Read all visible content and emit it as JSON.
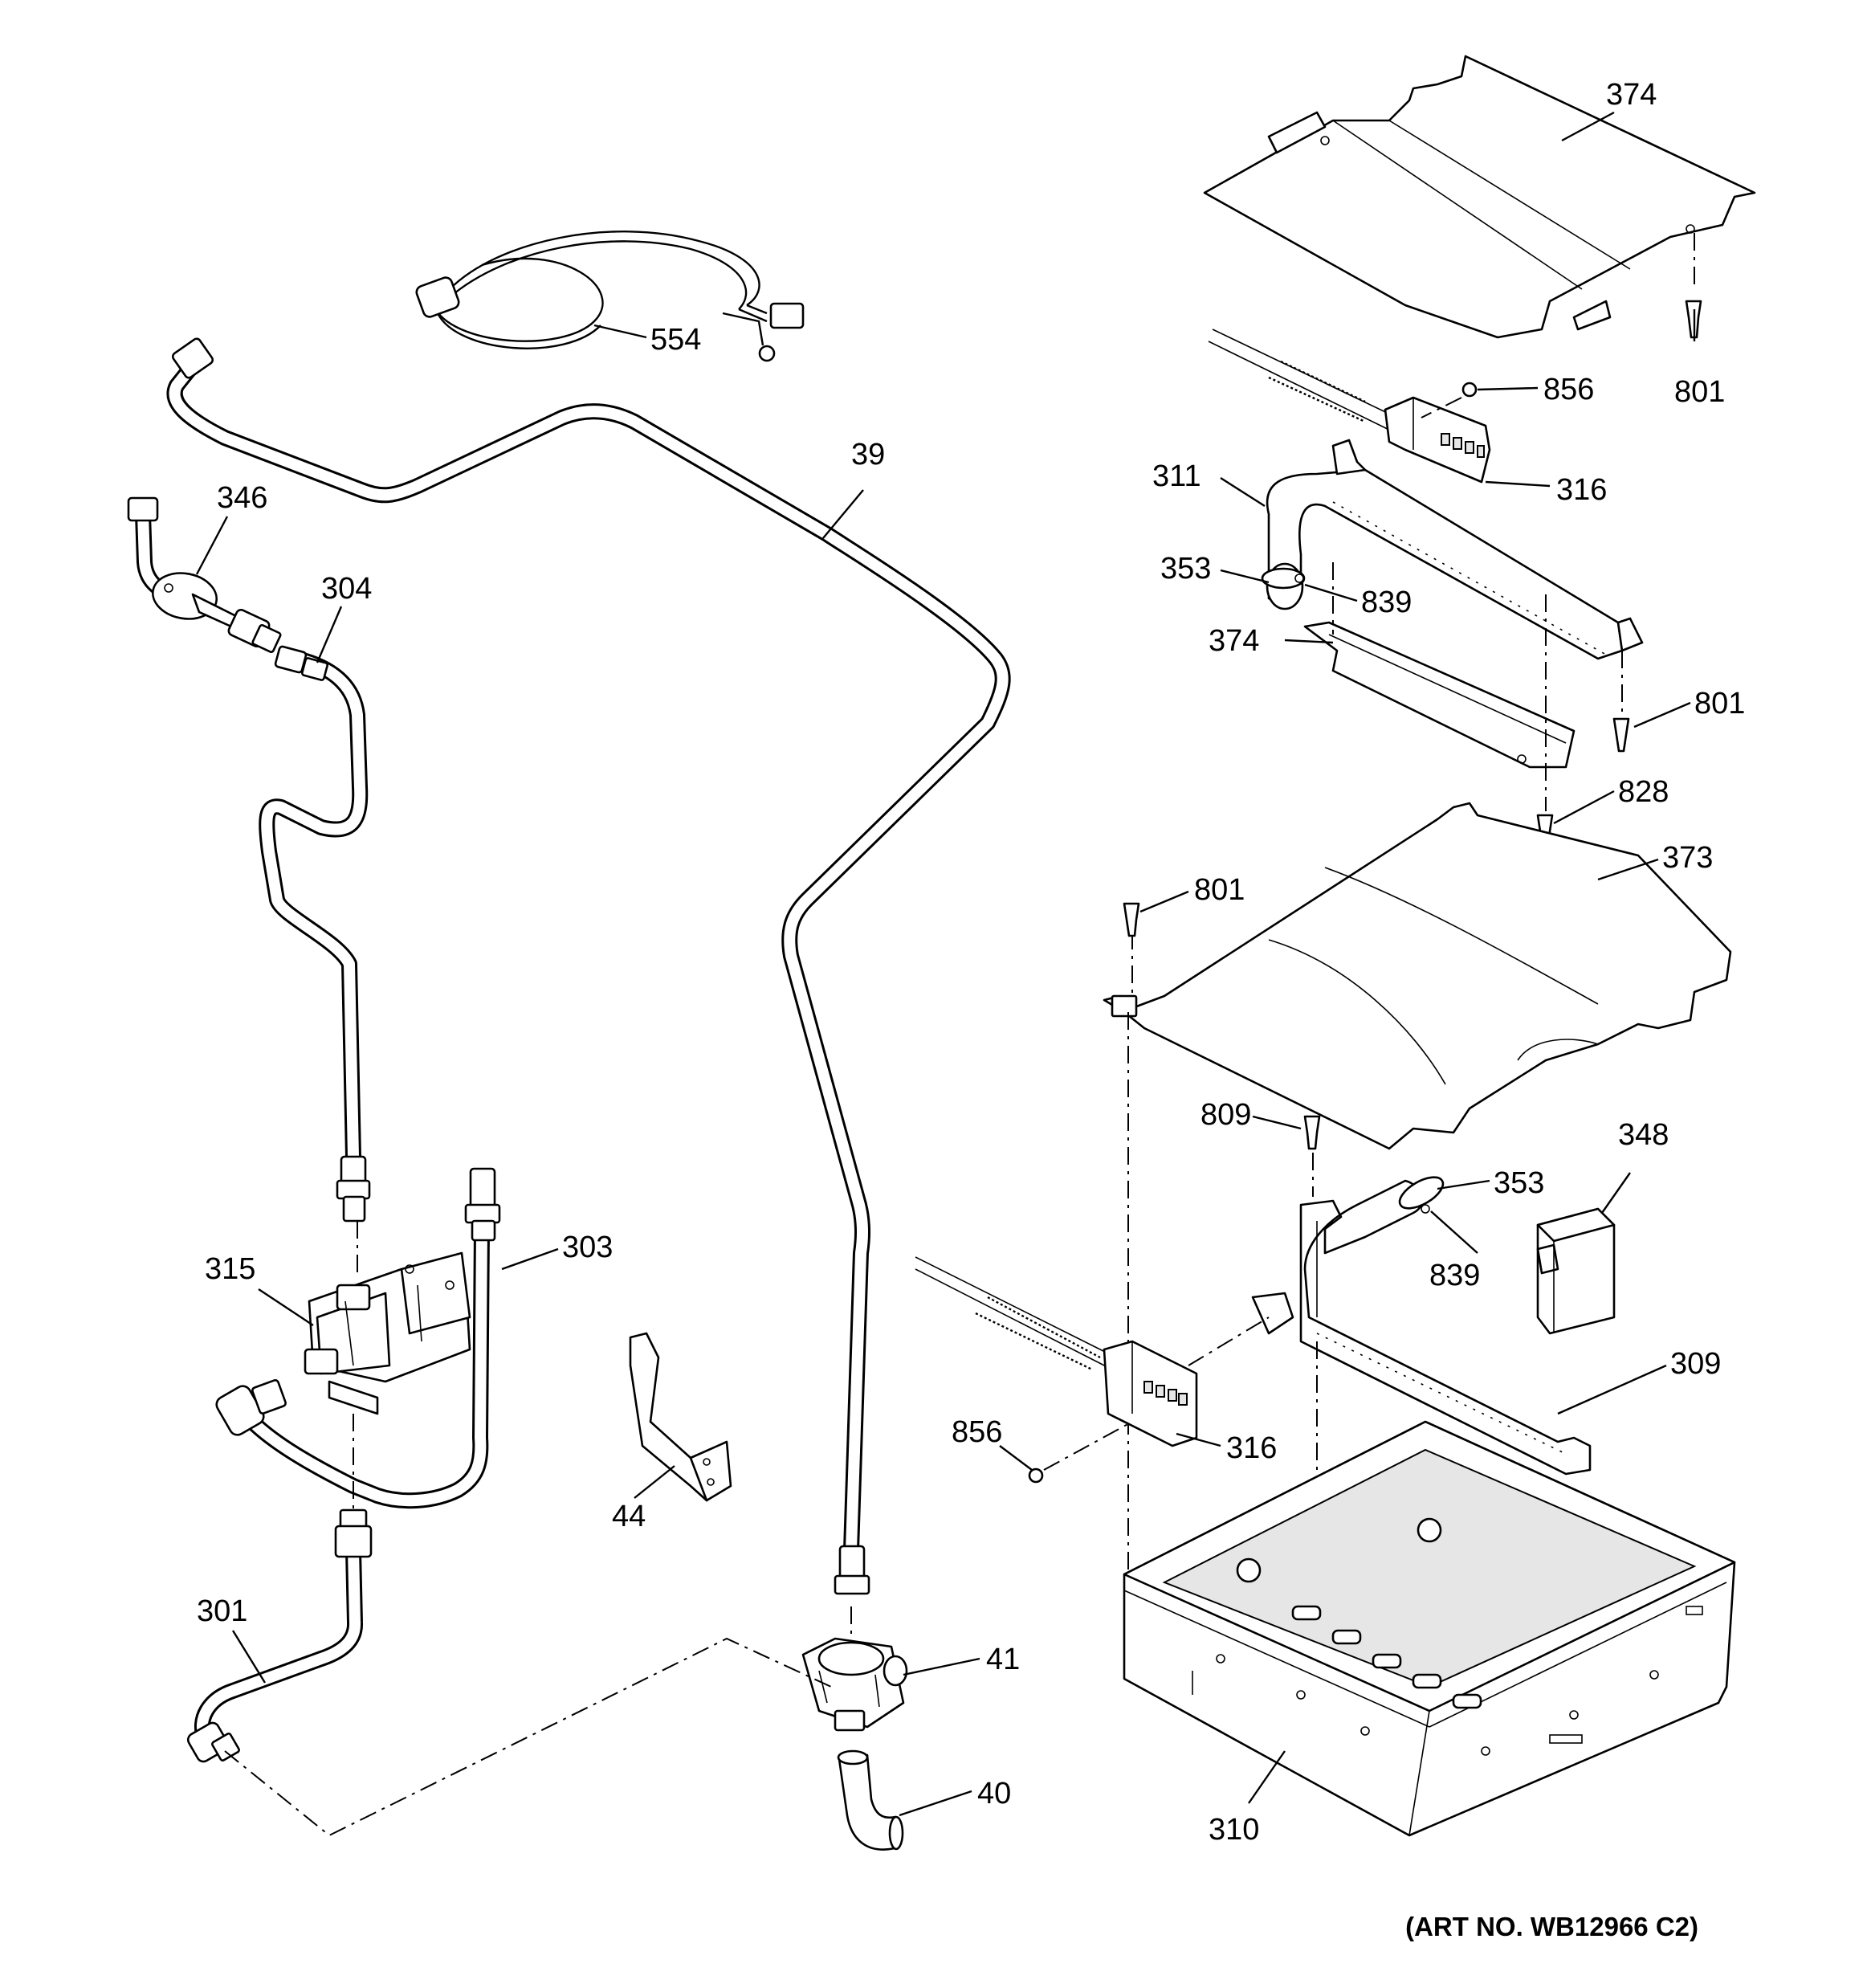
{
  "diagram": {
    "callouts": [
      {
        "id": "c374a",
        "label": "374"
      },
      {
        "id": "c801a",
        "label": "801"
      },
      {
        "id": "c856a",
        "label": "856"
      },
      {
        "id": "c311",
        "label": "311"
      },
      {
        "id": "c316a",
        "label": "316"
      },
      {
        "id": "c353a",
        "label": "353"
      },
      {
        "id": "c839a",
        "label": "839"
      },
      {
        "id": "c374b",
        "label": "374"
      },
      {
        "id": "c801b",
        "label": "801"
      },
      {
        "id": "c828",
        "label": "828"
      },
      {
        "id": "c373",
        "label": "373"
      },
      {
        "id": "c801c",
        "label": "801"
      },
      {
        "id": "c809",
        "label": "809"
      },
      {
        "id": "c348",
        "label": "348"
      },
      {
        "id": "c353b",
        "label": "353"
      },
      {
        "id": "c839b",
        "label": "839"
      },
      {
        "id": "c309",
        "label": "309"
      },
      {
        "id": "c856b",
        "label": "856"
      },
      {
        "id": "c316b",
        "label": "316"
      },
      {
        "id": "c310",
        "label": "310"
      },
      {
        "id": "c554",
        "label": "554"
      },
      {
        "id": "c39",
        "label": "39"
      },
      {
        "id": "c346",
        "label": "346"
      },
      {
        "id": "c304",
        "label": "304"
      },
      {
        "id": "c303",
        "label": "303"
      },
      {
        "id": "c315",
        "label": "315"
      },
      {
        "id": "c44",
        "label": "44"
      },
      {
        "id": "c301",
        "label": "301"
      },
      {
        "id": "c41",
        "label": "41"
      },
      {
        "id": "c40",
        "label": "40"
      }
    ],
    "art_number": "(ART NO. WB12966 C2)"
  }
}
